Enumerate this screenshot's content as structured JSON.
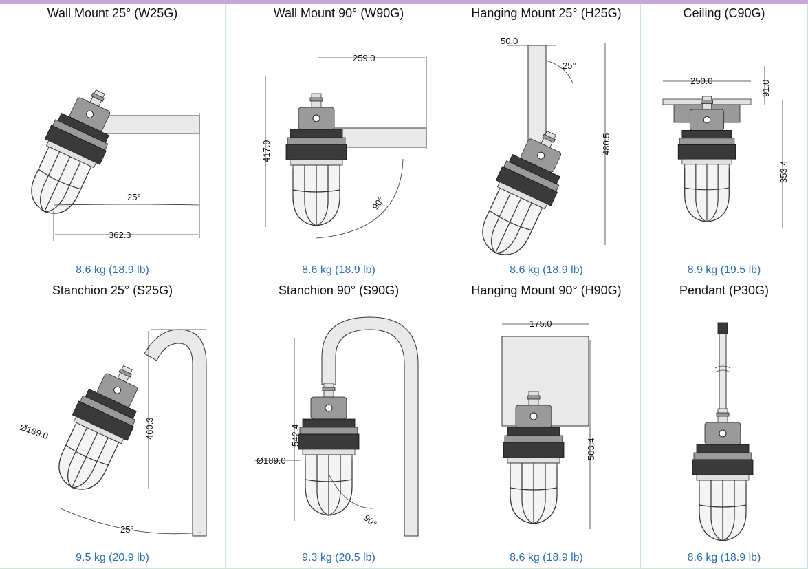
{
  "products": [
    {
      "title": "Wall Mount 25° (W25G)",
      "weight": "8.6 kg (18.9 lb)",
      "dims": [
        "25°",
        "362.3"
      ]
    },
    {
      "title": "Wall Mount 90° (W90G)",
      "weight": "8.6 kg (18.9 lb)",
      "dims": [
        "259.0",
        "417.9",
        "90°"
      ]
    },
    {
      "title": "Hanging Mount 25° (H25G)",
      "weight": "8.6 kg (18.9 lb)",
      "dims": [
        "50.0",
        "25°",
        "480.5"
      ]
    },
    {
      "title": "Ceiling (C90G)",
      "weight": "8.9 kg (19.5 lb)",
      "dims": [
        "250.0",
        "91.0",
        "353.4"
      ]
    },
    {
      "title": "Stanchion 25° (S25G)",
      "weight": "9.5 kg (20.9 lb)",
      "dims": [
        "460.3",
        "Ø189.0",
        "25°"
      ]
    },
    {
      "title": "Stanchion 90° (S90G)",
      "weight": "9.3 kg (20.5 lb)",
      "dims": [
        "542.4",
        "Ø189.0",
        "90°"
      ]
    },
    {
      "title": "Hanging Mount 90° (H90G)",
      "weight": "8.6 kg (18.9 lb)",
      "dims": [
        "175.0",
        "503.4"
      ]
    },
    {
      "title": "Pendant  (P30G)",
      "weight": "8.6 kg (18.9 lb)",
      "dims": []
    }
  ]
}
